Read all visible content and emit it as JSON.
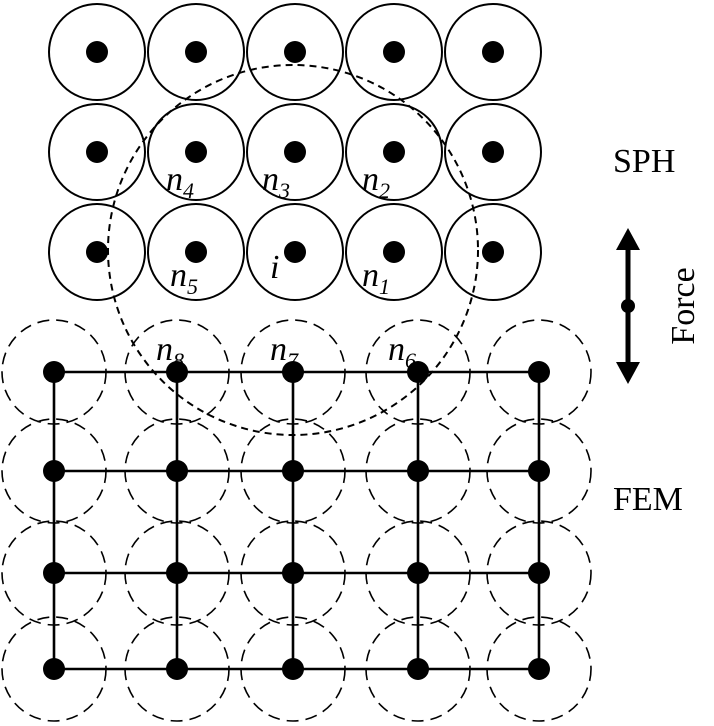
{
  "diagram": {
    "regions": {
      "sph_label": "SPH",
      "fem_label": "FEM",
      "force_label": "Force"
    },
    "sph_particles": {
      "rows": 3,
      "cols": 5
    },
    "fem_nodes": {
      "rows": 4,
      "cols": 5
    },
    "node_labels": [
      {
        "base": "n",
        "sub": "4"
      },
      {
        "base": "n",
        "sub": "3"
      },
      {
        "base": "n",
        "sub": "2"
      },
      {
        "base": "n",
        "sub": "5"
      },
      {
        "base": "i",
        "sub": ""
      },
      {
        "base": "n",
        "sub": "1"
      },
      {
        "base": "n",
        "sub": "8"
      },
      {
        "base": "n",
        "sub": "7"
      },
      {
        "base": "n",
        "sub": "6"
      }
    ]
  }
}
